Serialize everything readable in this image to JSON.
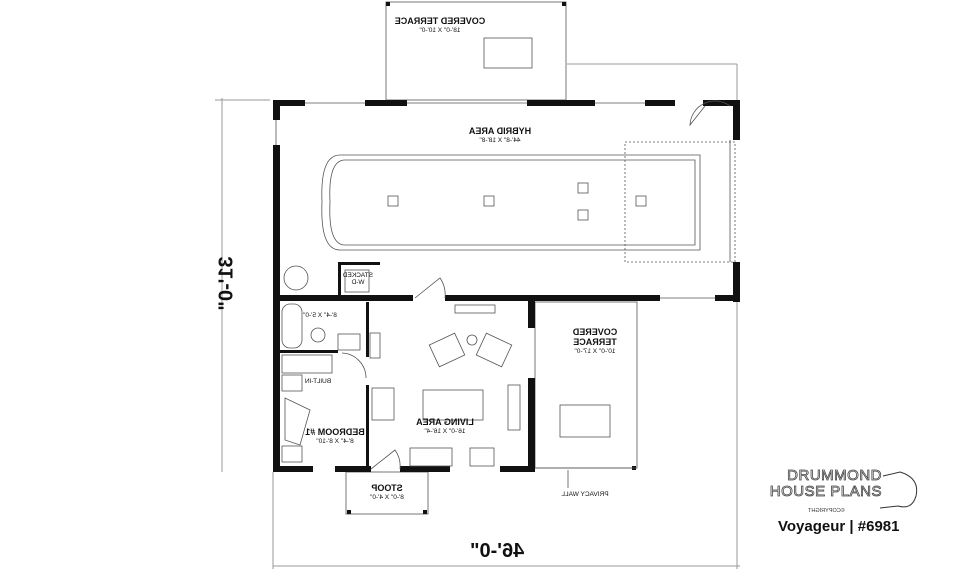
{
  "rooms": {
    "covered_terrace_top": {
      "name": "COVERED TERRACE",
      "size": "18'-0\" X 10'-0\""
    },
    "hybrid_area": {
      "name": "HYBRID AREA",
      "size": "44'-8\" X 18'-8\""
    },
    "laundry": {
      "name": "STACKED W-D"
    },
    "bathroom": {
      "size": "8'-4\" X 5'-0\""
    },
    "built_in": {
      "name": "BUILT-IN"
    },
    "bedroom": {
      "name": "BEDROOM #1",
      "size": "8'-4\" X 8'-10\""
    },
    "living_area": {
      "name": "LIVING AREA",
      "size": "16'-0\" X 16'-4\""
    },
    "covered_terrace_side": {
      "name": "COVERED TERRACE",
      "size": "10'-0\" X 17'-0\""
    },
    "stoop": {
      "name": "STOOP",
      "size": "8'-0\" X 4'-0\""
    },
    "privacy_wall": {
      "name": "PRIVACY WALL"
    }
  },
  "dimensions": {
    "width": "46'-0\"",
    "depth": "31'-0\""
  },
  "brand": {
    "line1": "DRUMMOND",
    "line2": "HOUSE PLANS",
    "copyright": "©COPYRIGHT"
  },
  "plan_name": "Voyageur | #6981",
  "text_mirrored": true
}
